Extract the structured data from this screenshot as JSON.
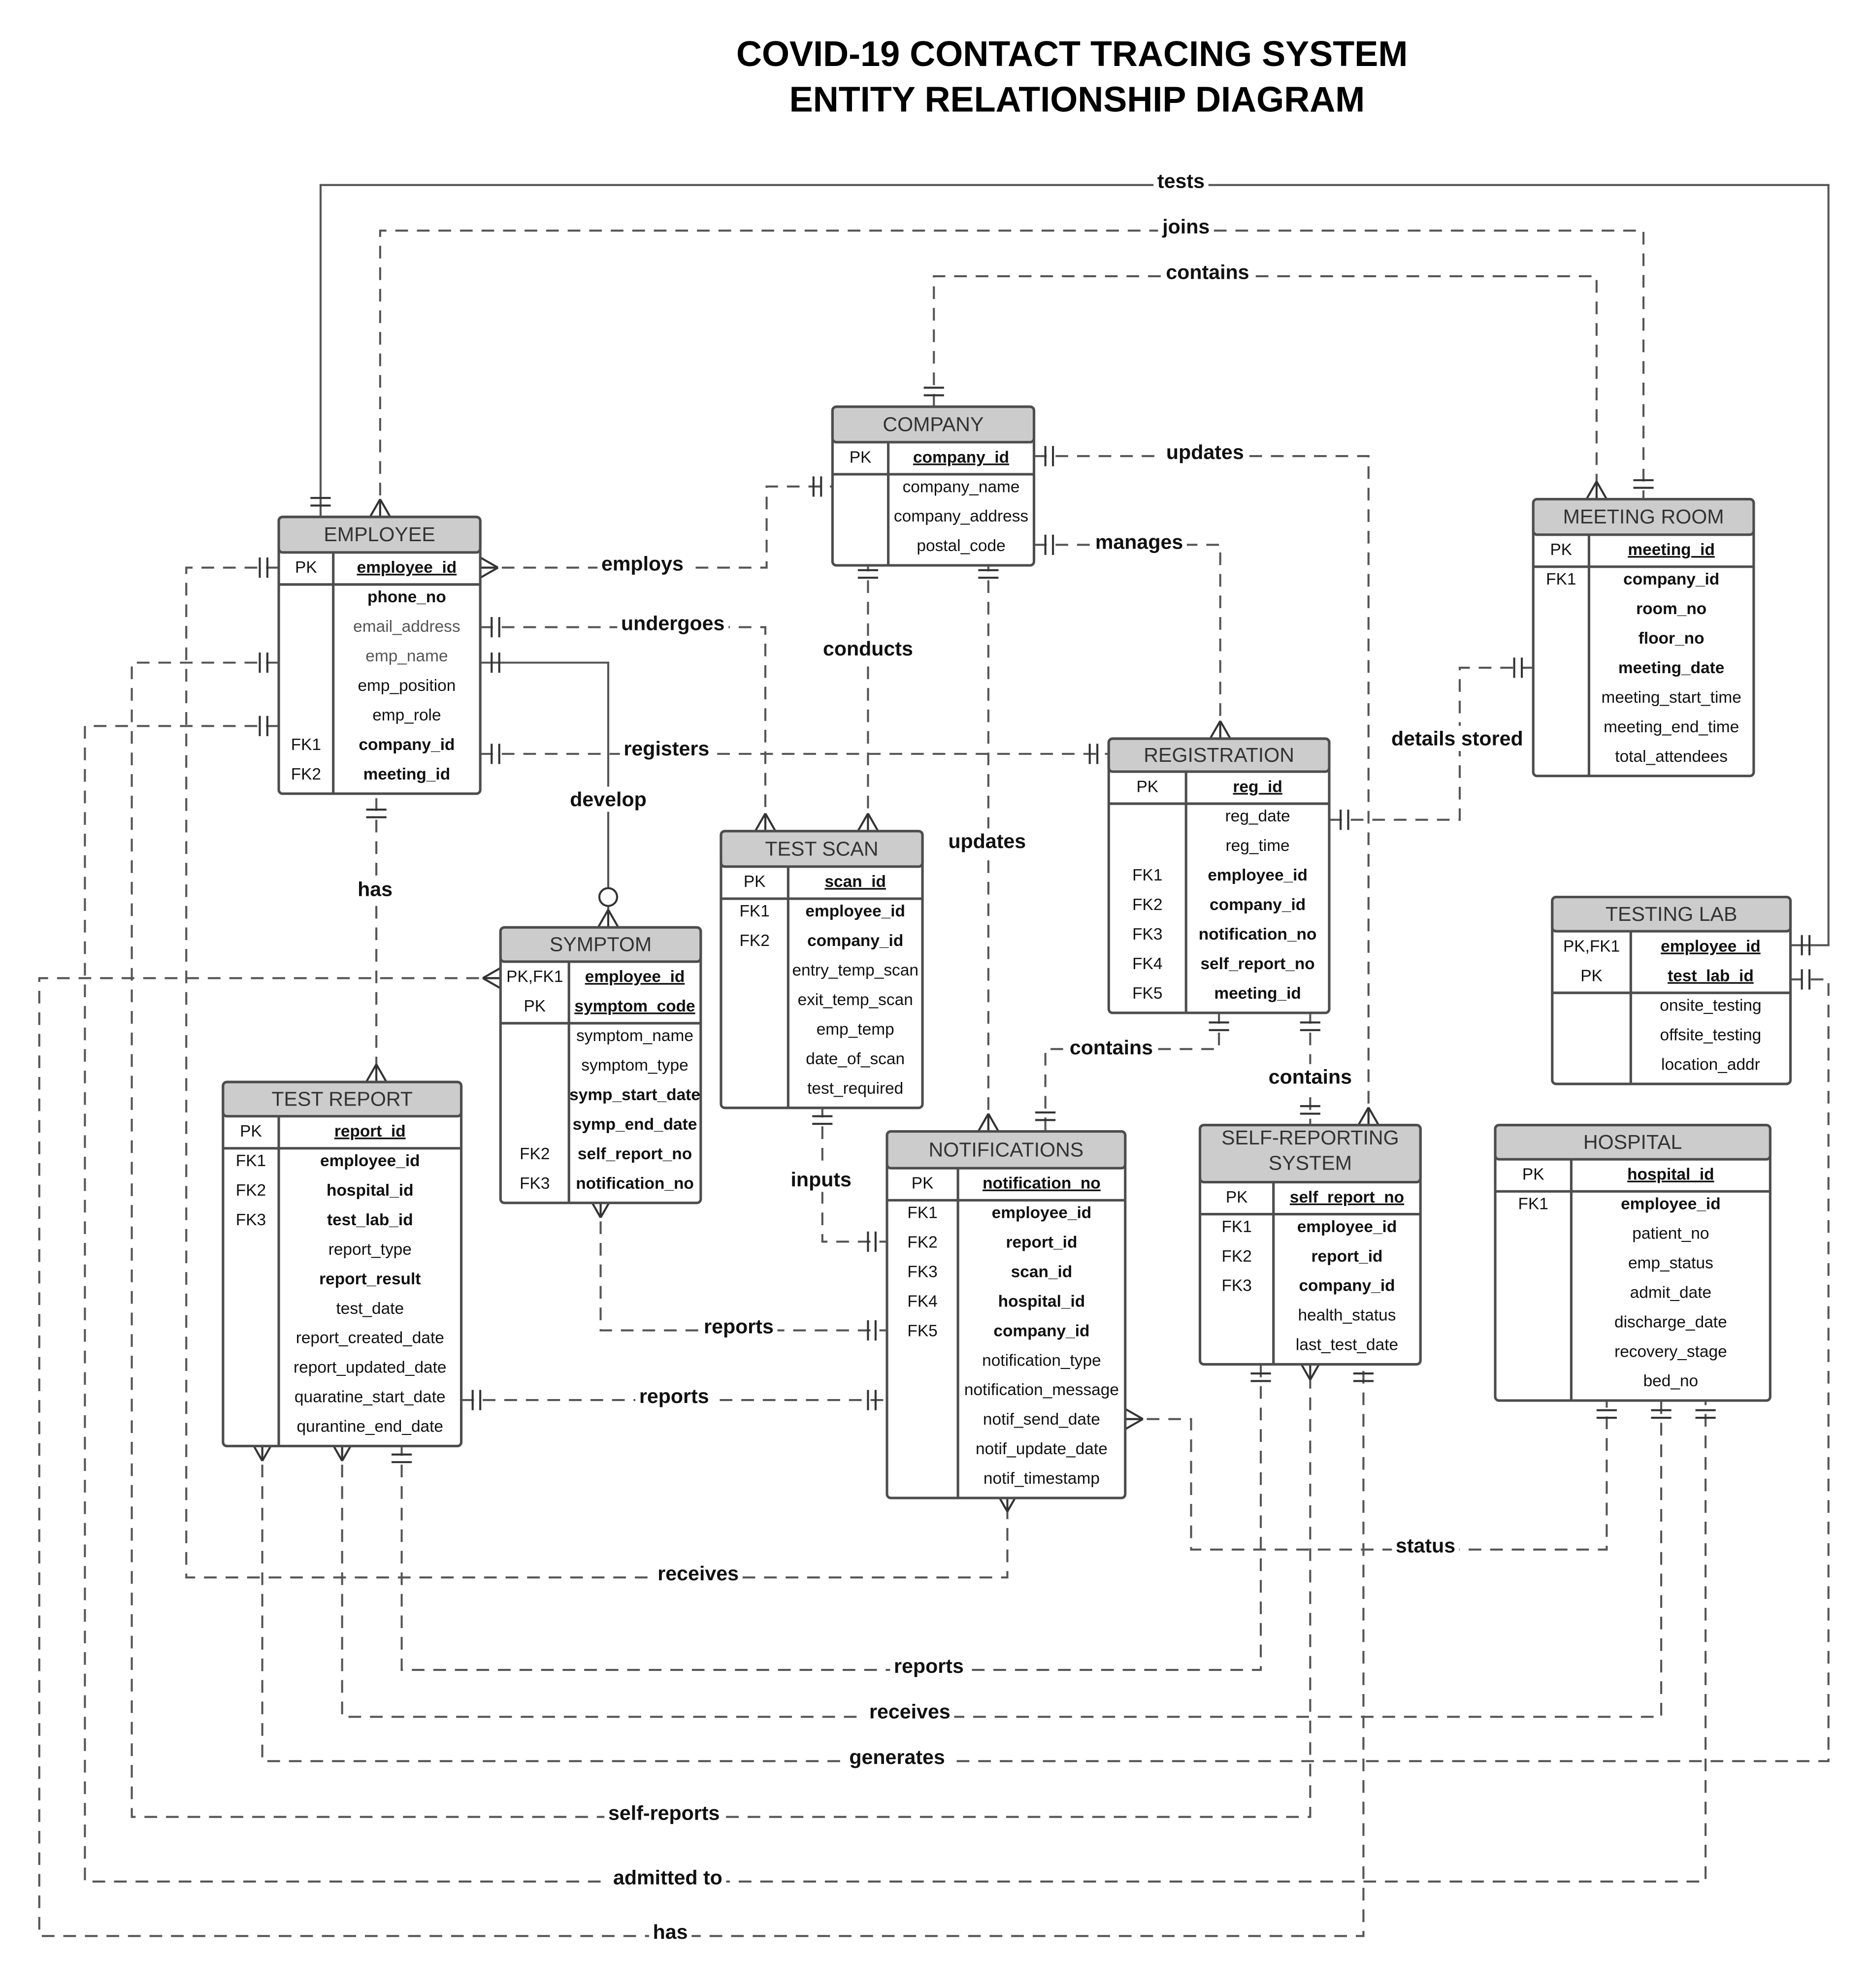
{
  "title": {
    "line1": "COVID-19 CONTACT TRACING SYSTEM",
    "line2": "ENTITY RELATIONSHIP DIAGRAM"
  },
  "entities": [
    {
      "id": "company",
      "name": [
        "COMPANY"
      ],
      "rows": [
        {
          "key": "PK",
          "attr": "company_id",
          "style": "pk"
        },
        {
          "key": "",
          "attr": "company_name",
          "style": "normal"
        },
        {
          "key": "",
          "attr": "company_address",
          "style": "normal"
        },
        {
          "key": "",
          "attr": "postal_code",
          "style": "normal"
        }
      ]
    },
    {
      "id": "employee",
      "name": [
        "EMPLOYEE"
      ],
      "rows": [
        {
          "key": "PK",
          "attr": "employee_id",
          "style": "pk"
        },
        {
          "key": "",
          "attr": "phone_no",
          "style": "bold"
        },
        {
          "key": "",
          "attr": "email_address",
          "style": "light"
        },
        {
          "key": "",
          "attr": "emp_name",
          "style": "light"
        },
        {
          "key": "",
          "attr": "emp_position",
          "style": "normal"
        },
        {
          "key": "",
          "attr": "emp_role",
          "style": "normal"
        },
        {
          "key": "FK1",
          "attr": "company_id",
          "style": "bold"
        },
        {
          "key": "FK2",
          "attr": "meeting_id",
          "style": "bold"
        }
      ]
    },
    {
      "id": "meeting_room",
      "name": [
        "MEETING ROOM"
      ],
      "rows": [
        {
          "key": "PK",
          "attr": "meeting_id",
          "style": "pk"
        },
        {
          "key": "FK1",
          "attr": "company_id",
          "style": "bold"
        },
        {
          "key": "",
          "attr": "room_no",
          "style": "bold"
        },
        {
          "key": "",
          "attr": "floor_no",
          "style": "bold"
        },
        {
          "key": "",
          "attr": "meeting_date",
          "style": "bold"
        },
        {
          "key": "",
          "attr": "meeting_start_time",
          "style": "normal"
        },
        {
          "key": "",
          "attr": "meeting_end_time",
          "style": "normal"
        },
        {
          "key": "",
          "attr": "total_attendees",
          "style": "normal"
        }
      ]
    },
    {
      "id": "registration",
      "name": [
        "REGISTRATION"
      ],
      "rows": [
        {
          "key": "PK",
          "attr": "reg_id",
          "style": "pk"
        },
        {
          "key": "",
          "attr": "reg_date",
          "style": "normal"
        },
        {
          "key": "",
          "attr": "reg_time",
          "style": "normal"
        },
        {
          "key": "FK1",
          "attr": "employee_id",
          "style": "bold"
        },
        {
          "key": "FK2",
          "attr": "company_id",
          "style": "bold"
        },
        {
          "key": "FK3",
          "attr": "notification_no",
          "style": "bold"
        },
        {
          "key": "FK4",
          "attr": "self_report_no",
          "style": "bold"
        },
        {
          "key": "FK5",
          "attr": "meeting_id",
          "style": "bold"
        }
      ]
    },
    {
      "id": "test_scan",
      "name": [
        "TEST SCAN"
      ],
      "rows": [
        {
          "key": "PK",
          "attr": "scan_id",
          "style": "pk"
        },
        {
          "key": "FK1",
          "attr": "employee_id",
          "style": "bold"
        },
        {
          "key": "FK2",
          "attr": "company_id",
          "style": "bold"
        },
        {
          "key": "",
          "attr": "entry_temp_scan",
          "style": "normal"
        },
        {
          "key": "",
          "attr": "exit_temp_scan",
          "style": "normal"
        },
        {
          "key": "",
          "attr": "emp_temp",
          "style": "normal"
        },
        {
          "key": "",
          "attr": "date_of_scan",
          "style": "normal"
        },
        {
          "key": "",
          "attr": "test_required",
          "style": "normal"
        }
      ]
    },
    {
      "id": "symptom",
      "name": [
        "SYMPTOM"
      ],
      "rows": [
        {
          "key": "PK,FK1",
          "attr": "employee_id",
          "style": "pk"
        },
        {
          "key": "PK",
          "attr": "symptom_code",
          "style": "pk"
        },
        {
          "key": "",
          "attr": "symptom_name",
          "style": "normal"
        },
        {
          "key": "",
          "attr": "symptom_type",
          "style": "normal"
        },
        {
          "key": "",
          "attr": "symp_start_date",
          "style": "bold"
        },
        {
          "key": "",
          "attr": "symp_end_date",
          "style": "bold"
        },
        {
          "key": "FK2",
          "attr": "self_report_no",
          "style": "bold"
        },
        {
          "key": "FK3",
          "attr": "notification_no",
          "style": "bold"
        }
      ]
    },
    {
      "id": "testing_lab",
      "name": [
        "TESTING LAB"
      ],
      "rows": [
        {
          "key": "PK,FK1",
          "attr": "employee_id",
          "style": "pk"
        },
        {
          "key": "PK",
          "attr": "test_lab_id",
          "style": "pk"
        },
        {
          "key": "",
          "attr": "onsite_testing",
          "style": "normal"
        },
        {
          "key": "",
          "attr": "offsite_testing",
          "style": "normal"
        },
        {
          "key": "",
          "attr": "location_addr",
          "style": "normal"
        }
      ]
    },
    {
      "id": "test_report",
      "name": [
        "TEST REPORT"
      ],
      "rows": [
        {
          "key": "PK",
          "attr": "report_id",
          "style": "pk"
        },
        {
          "key": "FK1",
          "attr": "employee_id",
          "style": "bold"
        },
        {
          "key": "FK2",
          "attr": "hospital_id",
          "style": "bold"
        },
        {
          "key": "FK3",
          "attr": "test_lab_id",
          "style": "bold"
        },
        {
          "key": "",
          "attr": "report_type",
          "style": "normal"
        },
        {
          "key": "",
          "attr": "report_result",
          "style": "bold"
        },
        {
          "key": "",
          "attr": "test_date",
          "style": "normal"
        },
        {
          "key": "",
          "attr": "report_created_date",
          "style": "normal"
        },
        {
          "key": "",
          "attr": "report_updated_date",
          "style": "normal"
        },
        {
          "key": "",
          "attr": "quaratine_start_date",
          "style": "normal"
        },
        {
          "key": "",
          "attr": "qurantine_end_date",
          "style": "normal"
        }
      ]
    },
    {
      "id": "notifications",
      "name": [
        "NOTIFICATIONS"
      ],
      "rows": [
        {
          "key": "PK",
          "attr": "notification_no",
          "style": "pk"
        },
        {
          "key": "FK1",
          "attr": "employee_id",
          "style": "bold"
        },
        {
          "key": "FK2",
          "attr": "report_id",
          "style": "bold"
        },
        {
          "key": "FK3",
          "attr": "scan_id",
          "style": "bold"
        },
        {
          "key": "FK4",
          "attr": "hospital_id",
          "style": "bold"
        },
        {
          "key": "FK5",
          "attr": "company_id",
          "style": "bold"
        },
        {
          "key": "",
          "attr": "notification_type",
          "style": "normal"
        },
        {
          "key": "",
          "attr": "notification_message",
          "style": "normal"
        },
        {
          "key": "",
          "attr": "notif_send_date",
          "style": "normal"
        },
        {
          "key": "",
          "attr": "notif_update_date",
          "style": "normal"
        },
        {
          "key": "",
          "attr": "notif_timestamp",
          "style": "normal"
        }
      ]
    },
    {
      "id": "self_reporting",
      "name": [
        "SELF-REPORTING",
        "SYSTEM"
      ],
      "rows": [
        {
          "key": "PK",
          "attr": "self_report_no",
          "style": "pk"
        },
        {
          "key": "FK1",
          "attr": "employee_id",
          "style": "bold"
        },
        {
          "key": "FK2",
          "attr": "report_id",
          "style": "bold"
        },
        {
          "key": "FK3",
          "attr": "company_id",
          "style": "bold"
        },
        {
          "key": "",
          "attr": "health_status",
          "style": "normal"
        },
        {
          "key": "",
          "attr": "last_test_date",
          "style": "normal"
        }
      ]
    },
    {
      "id": "hospital",
      "name": [
        "HOSPITAL"
      ],
      "rows": [
        {
          "key": "PK",
          "attr": "hospital_id",
          "style": "pk"
        },
        {
          "key": "FK1",
          "attr": "employee_id",
          "style": "bold"
        },
        {
          "key": "",
          "attr": "patient_no",
          "style": "normal"
        },
        {
          "key": "",
          "attr": "emp_status",
          "style": "normal"
        },
        {
          "key": "",
          "attr": "admit_date",
          "style": "normal"
        },
        {
          "key": "",
          "attr": "discharge_date",
          "style": "normal"
        },
        {
          "key": "",
          "attr": "recovery_stage",
          "style": "normal"
        },
        {
          "key": "",
          "attr": "bed_no",
          "style": "normal"
        }
      ]
    }
  ],
  "relationships": [
    {
      "id": "tests",
      "label": "tests"
    },
    {
      "id": "joins",
      "label": "joins"
    },
    {
      "id": "contains_company_meeting",
      "label": "contains"
    },
    {
      "id": "updates_company_selfreport",
      "label": "updates"
    },
    {
      "id": "employs",
      "label": "employs"
    },
    {
      "id": "manages",
      "label": "manages"
    },
    {
      "id": "undergoes",
      "label": "undergoes"
    },
    {
      "id": "conducts",
      "label": "conducts"
    },
    {
      "id": "details_stored",
      "label": "details stored"
    },
    {
      "id": "registers",
      "label": "registers"
    },
    {
      "id": "develop",
      "label": "develop"
    },
    {
      "id": "updates_company_notifications",
      "label": "updates"
    },
    {
      "id": "has_employee_report",
      "label": "has"
    },
    {
      "id": "contains_registration_notifications",
      "label": "contains"
    },
    {
      "id": "contains_registration_selfreport",
      "label": "contains"
    },
    {
      "id": "inputs",
      "label": "inputs"
    },
    {
      "id": "reports_symptom_notifications",
      "label": "reports"
    },
    {
      "id": "reports_report_notifications",
      "label": "reports"
    },
    {
      "id": "status",
      "label": "status"
    },
    {
      "id": "receives_employee_notifications",
      "label": "receives"
    },
    {
      "id": "reports_report_selfreport",
      "label": "reports"
    },
    {
      "id": "receives_report_hospital",
      "label": "receives"
    },
    {
      "id": "generates",
      "label": "generates"
    },
    {
      "id": "self_reports",
      "label": "self-reports"
    },
    {
      "id": "admitted_to",
      "label": "admitted to"
    },
    {
      "id": "has_symptom_selfreport",
      "label": "has"
    }
  ]
}
